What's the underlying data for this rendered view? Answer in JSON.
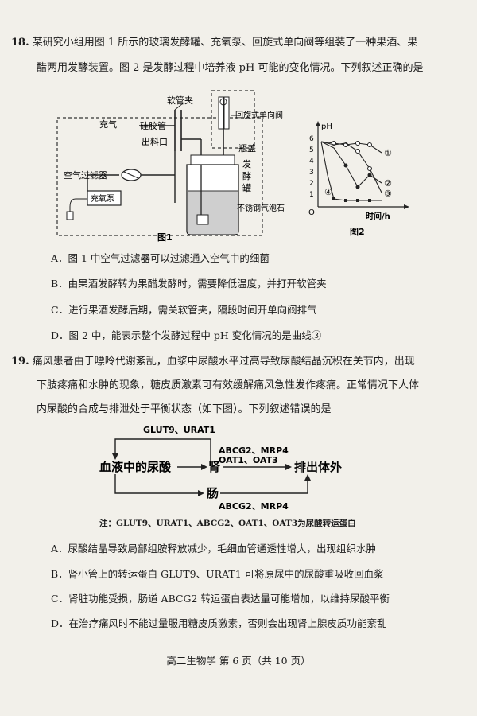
{
  "q18": {
    "number": "18.",
    "stem_line1": "某研究小组用图 1 所示的玻璃发酵罐、充氧泵、回旋式单向阀等组装了一种果酒、果",
    "stem_line2": "醋两用发酵装置。图 2 是发酵过程中培养液 pH 可能的变化情况。下列叙述正确的是",
    "fig1": {
      "labels": {
        "clamp": "软管夹",
        "valve": "回旋式单向阀",
        "air_in": "充气",
        "hose": "硅胶管",
        "outlet": "出料口",
        "cap": "瓶盖",
        "filter": "空气过滤器",
        "tank_line1": "发",
        "tank_line2": "酵",
        "tank_line3": "罐",
        "pump": "充氧泵",
        "stone": "不锈钢气泡石"
      },
      "caption": "图1"
    },
    "fig2": {
      "y_label": "pH",
      "origin": "O",
      "x_label": "时间/h",
      "y_ticks": [
        "1",
        "2",
        "3",
        "4",
        "5",
        "6"
      ],
      "curve_labels": [
        "①",
        "②",
        "③",
        "④"
      ],
      "caption": "图2"
    },
    "options": {
      "A": "A．图 1 中空气过滤器可以过滤通入空气中的细菌",
      "B": "B．由果酒发酵转为果醋发酵时，需要降低温度，并打开软管夹",
      "C": "C．进行果酒发酵后期，需关软管夹，隔段时间开单向阀排气",
      "D": "D．图 2 中，能表示整个发酵过程中 pH 变化情况的是曲线③"
    }
  },
  "q19": {
    "number": "19.",
    "stem_line1": "痛风患者由于嘌呤代谢紊乱，血浆中尿酸水平过高导致尿酸结晶沉积在关节内，出现",
    "stem_line2": "下肢疼痛和水肿的现象，糖皮质激素可有效缓解痛风急性发作疼痛。正常情况下人体",
    "stem_line3": "内尿酸的合成与排泄处于平衡状态（如下图）。下列叙述错误的是",
    "diagram": {
      "glut": "GLUT9、URAT1",
      "blood": "血液中的尿酸",
      "kidney": "肾",
      "abc_top": "ABCG2、MRP4",
      "oat": "OAT1、OAT3",
      "excrete": "排出体外",
      "gut": "肠",
      "abc_bottom": "ABCG2、MRP4",
      "note": "注：GLUT9、URAT1、ABCG2、OAT1、OAT3为尿酸转运蛋白"
    },
    "options": {
      "A": "A．尿酸结晶导致局部组胺释放减少，毛细血管通透性增大，出现组织水肿",
      "B": "B．肾小管上的转运蛋白 GLUT9、URAT1 可将原尿中的尿酸重吸收回血浆",
      "C": "C．肾脏功能受损，肠道 ABCG2 转运蛋白表达量可能增加，以维持尿酸平衡",
      "D": "D．在治疗痛风时不能过量服用糖皮质激素，否则会出现肾上腺皮质功能紊乱"
    }
  },
  "footer": "高二生物学  第 6 页（共 10 页）"
}
